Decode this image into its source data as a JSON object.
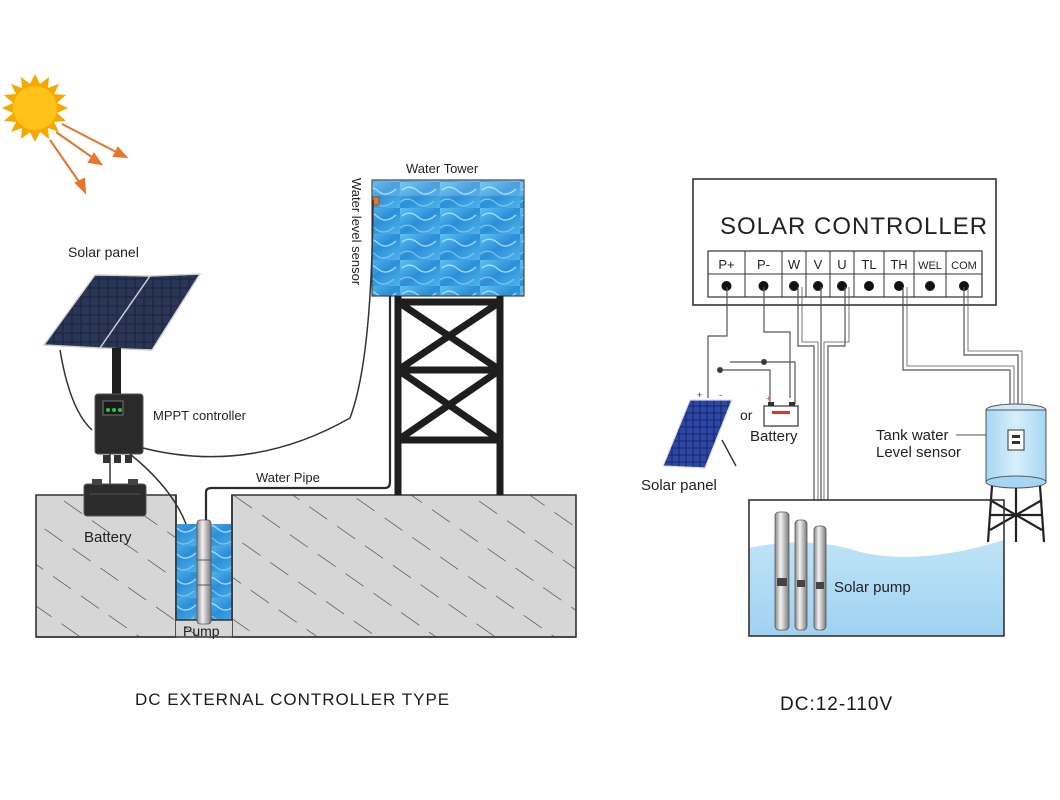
{
  "left_diagram": {
    "labels": {
      "solar_panel": "Solar panel",
      "mppt_controller": "MPPT controller",
      "battery": "Battery",
      "water_tower": "Water Tower",
      "water_level_sensor": "Water  level sensor",
      "water_pipe": "Water Pipe",
      "pump": "Pump"
    },
    "caption": "DC EXTERNAL CONTROLLER TYPE"
  },
  "right_diagram": {
    "controller_title": "SOLAR CONTROLLER",
    "terminals": [
      "P+",
      "P-",
      "W",
      "V",
      "U",
      "TL",
      "TH",
      "WEL",
      "COM"
    ],
    "labels": {
      "or": "or",
      "battery": "Battery",
      "solar_panel": "Solar panel",
      "tank_water_line1": "Tank water",
      "tank_water_line2": "Level sensor",
      "solar_pump": "Solar pump"
    },
    "caption": "DC:12-110V"
  },
  "colors": {
    "sun": "#f7b500",
    "ground": "#d3d3d3",
    "water": "#3aa0e0",
    "tank_water": "#bfe2f6",
    "panel": "#1f2a44",
    "tower": "#1e1e1e"
  }
}
